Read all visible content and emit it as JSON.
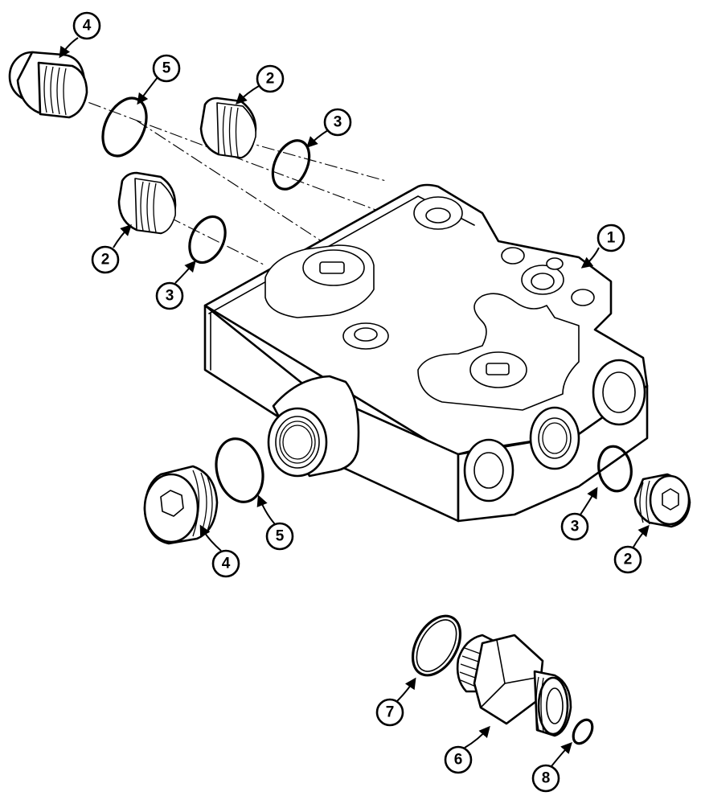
{
  "callouts": [
    {
      "id": "c1",
      "label": "1"
    },
    {
      "id": "c2a",
      "label": "2"
    },
    {
      "id": "c2b",
      "label": "2"
    },
    {
      "id": "c2c",
      "label": "2"
    },
    {
      "id": "c3a",
      "label": "3"
    },
    {
      "id": "c3b",
      "label": "3"
    },
    {
      "id": "c3c",
      "label": "3"
    },
    {
      "id": "c4a",
      "label": "4"
    },
    {
      "id": "c4b",
      "label": "4"
    },
    {
      "id": "c5a",
      "label": "5"
    },
    {
      "id": "c5b",
      "label": "5"
    },
    {
      "id": "c6",
      "label": "6"
    },
    {
      "id": "c7",
      "label": "7"
    },
    {
      "id": "c8",
      "label": "8"
    }
  ]
}
